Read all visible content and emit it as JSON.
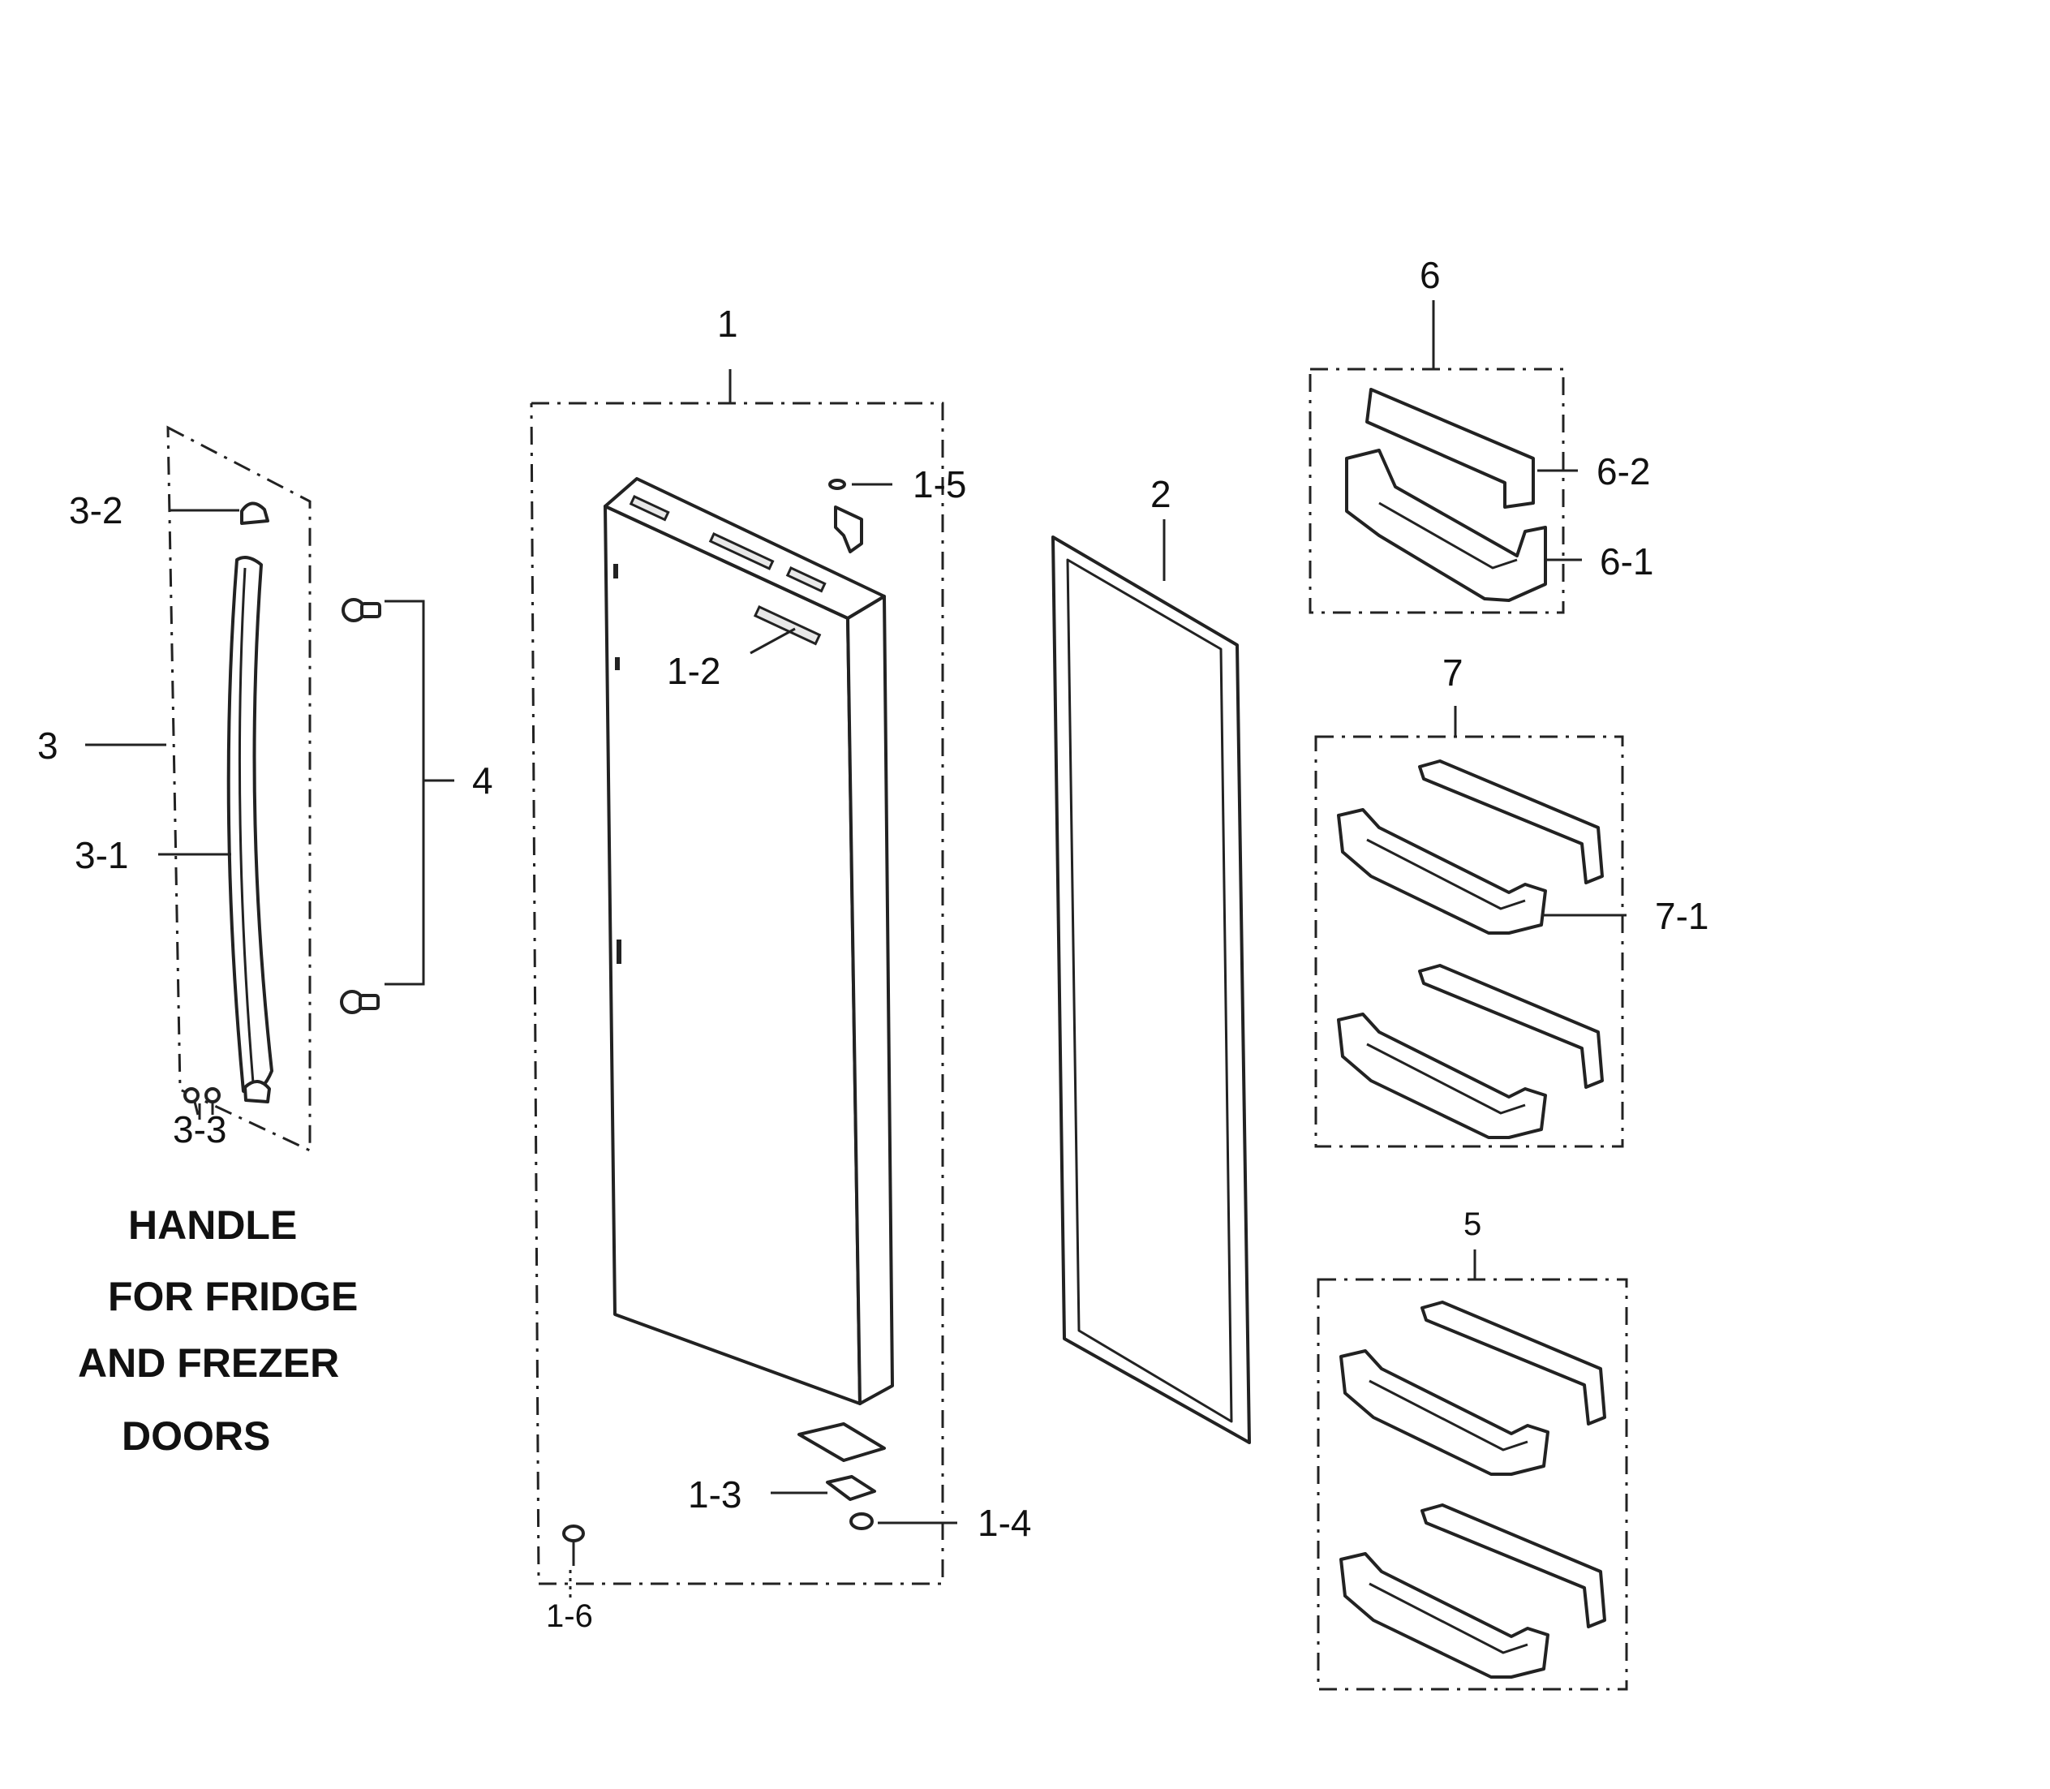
{
  "callouts": {
    "c1": "1",
    "c1_2": "1-2",
    "c1_3": "1-3",
    "c1_4": "1-4",
    "c1_5": "1-5",
    "c1_6": "1-6",
    "c2": "2",
    "c3": "3",
    "c3_1": "3-1",
    "c3_2": "3-2",
    "c3_3": "3-3",
    "c4": "4",
    "c5": "5",
    "c6": "6",
    "c6_1": "6-1",
    "c6_2": "6-2",
    "c7": "7",
    "c7_1": "7-1"
  },
  "caption": {
    "line1": "HANDLE",
    "line2": "FOR FRIDGE",
    "line3": "AND FREZER",
    "line4": "DOORS"
  }
}
